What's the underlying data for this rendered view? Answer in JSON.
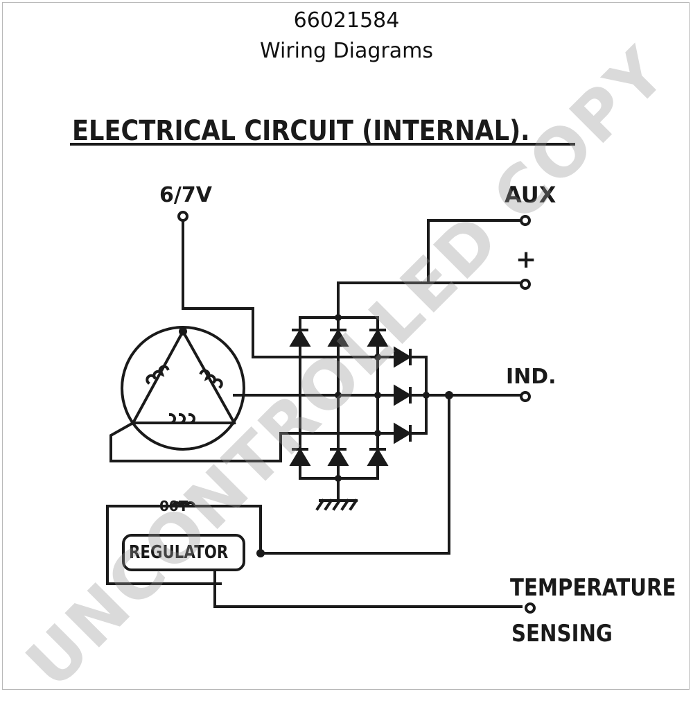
{
  "header": {
    "part_number": "66021584",
    "subtitle": "Wiring Diagrams"
  },
  "diagram": {
    "title": "ELECTRICAL CIRCUIT (INTERNAL).",
    "labels": {
      "input_voltage": "6/7V",
      "aux": "AUX",
      "plus": "+",
      "ind": "IND.",
      "regulator_field": "00T",
      "regulator": "REGULATOR",
      "temperature": "TEMPERATURE",
      "sensing": "SENSING"
    },
    "ink_color": "#1a1a1a"
  },
  "watermark": {
    "text": "UNCONTROLLED COPY"
  }
}
